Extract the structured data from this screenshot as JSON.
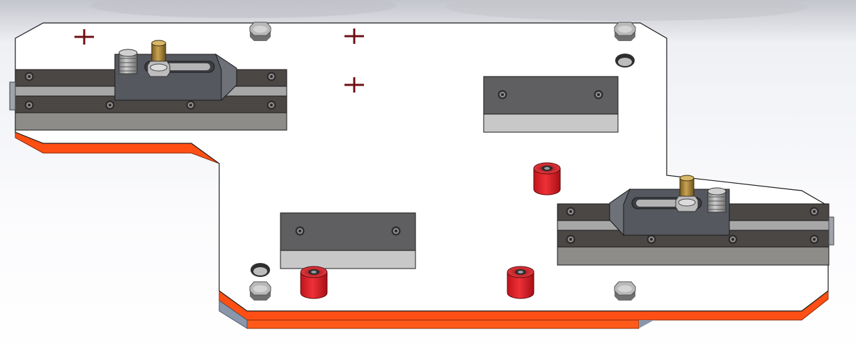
{
  "scene": {
    "background_top": "#f2f3f7",
    "background_shadow": "#c9cbd2",
    "plate_color": "#ffffff",
    "edge_color": "#ff4f14",
    "edge_dark": "#cc3a0a",
    "rail_dark": "#4b4745",
    "rail_light": "#a7a7a7",
    "block_dark": "#5f5e60",
    "block_light": "#c8c8c8",
    "pin_red": "#d9222a",
    "bolt_grey": "#9e9e9e",
    "brass": "#b08a3e",
    "mark_color": "#6e0f14"
  },
  "components": {
    "rails": [
      "left-rail-assembly",
      "right-rail-assembly"
    ],
    "clamps": [
      "left-strap-clamp",
      "right-strap-clamp"
    ],
    "blocks": [
      "locator-block-top-right",
      "locator-block-bottom-left"
    ],
    "red_pins": 3,
    "hex_bolts": 4,
    "cross_marks": 3
  }
}
